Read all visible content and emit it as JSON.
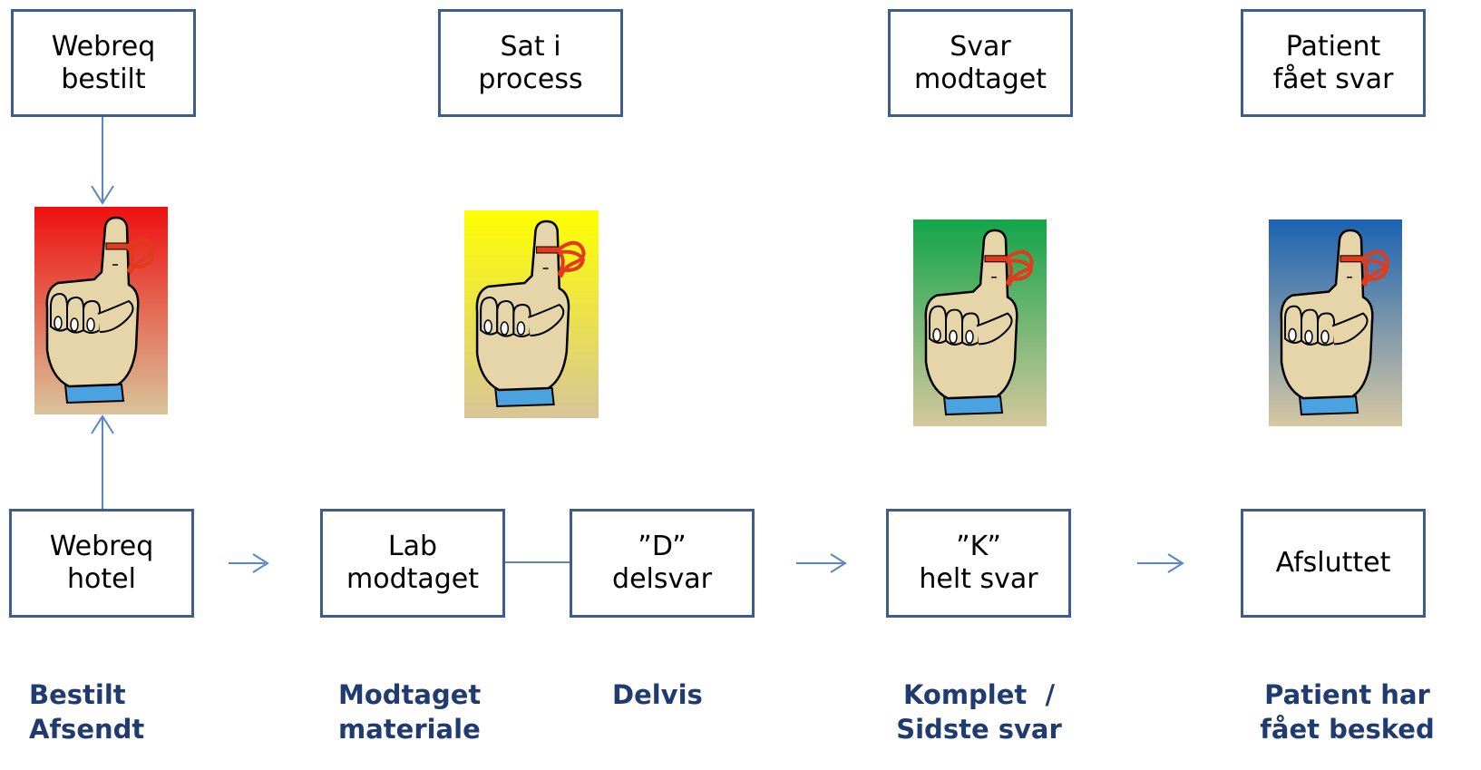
{
  "top_boxes": {
    "webreq_bestilt": [
      "Webreq",
      "bestilt"
    ],
    "sat_i_process": [
      "Sat i",
      "process"
    ],
    "svar_modtaget": [
      "Svar",
      "modtaget"
    ],
    "patient_faet_svar": [
      "Patient",
      "fået svar"
    ]
  },
  "bottom_boxes": {
    "webreq_hotel": [
      "Webreq",
      "hotel"
    ],
    "lab_modtaget": [
      "Lab",
      "modtaget"
    ],
    "d_delsvar": [
      "”D”",
      "delsvar"
    ],
    "k_helt_svar": [
      "”K”",
      "helt svar"
    ],
    "afsluttet": [
      "Afsluttet"
    ]
  },
  "status_labels": {
    "bestilt_afsendt": [
      "Bestilt",
      "Afsendt"
    ],
    "modtaget_materiale": [
      "Modtaget",
      "materiale"
    ],
    "delvis": [
      "Delvis"
    ],
    "komplet_sidste_svar": [
      "Komplet  /",
      "Sidste svar"
    ],
    "patient_har_faet_besked": [
      "Patient har",
      "fået besked"
    ]
  },
  "cards": [
    {
      "name": "red-reminder-card",
      "colors": [
        "#ee1010",
        "#d9c49a"
      ]
    },
    {
      "name": "yellow-reminder-card",
      "colors": [
        "#ffff00",
        "#d7c598"
      ]
    },
    {
      "name": "green-reminder-card",
      "colors": [
        "#12a54a",
        "#d5c89c"
      ]
    },
    {
      "name": "blue-reminder-card",
      "colors": [
        "#1b63b3",
        "#d6c8a3"
      ]
    }
  ],
  "colors": {
    "box_border": "#3f5d8a",
    "connector": "#5b86c4",
    "label_text": "#1f3b70"
  },
  "icons": [
    "finger-with-string-icon"
  ]
}
